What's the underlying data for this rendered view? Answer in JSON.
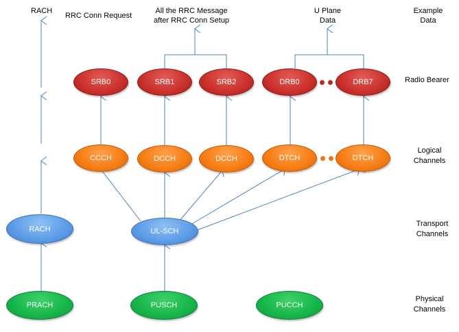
{
  "labels": {
    "rach_top": "RACH",
    "rrc_conn_request": "RRC Conn Request",
    "rrc_message_line1": "All the RRC Message",
    "rrc_message_line2": "after RRC Conn Setup",
    "uplane_line1": "U Plane",
    "uplane_line2": "Data",
    "example_line1": "Example",
    "example_line2": "Data",
    "radio_bearer": "Radio Bearer",
    "logical_line1": "Logical",
    "logical_line2": "Channels",
    "transport_line1": "Transport",
    "transport_line2": "Channels",
    "physical_line1": "Physical",
    "physical_line2": "Channels"
  },
  "nodes": {
    "srb0": "SRB0",
    "srb1": "SRB1",
    "srb2": "SRB2",
    "drb0": "DRB0",
    "drb7": "DRB7",
    "ccch": "CCCH",
    "dcch1": "DCCH",
    "dcch2": "DCCH",
    "dtch1": "DTCH",
    "dtch2": "DTCH",
    "rach": "RACH",
    "ulsch": "UL-SCH",
    "prach": "PRACH",
    "pusch": "PUSCH",
    "pucch": "PUCCH"
  },
  "colors": {
    "radio_bearer": "#c9302b",
    "logical_channel": "#f57d14",
    "transport_channel": "#5b9be6",
    "physical_channel": "#16b54a",
    "arrow": "#4f81bd"
  }
}
